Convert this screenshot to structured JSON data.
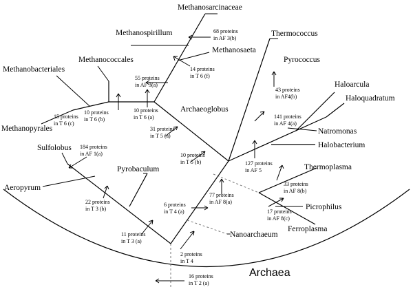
{
  "domain_label": "Archaea",
  "taxa": {
    "methanosarcinaceae": "Methanosarcinaceae",
    "methanospirillum": "Methanospirillum",
    "methanococcales": "Methanococcales",
    "methanobacteriales": "Methanobacteriales",
    "methanopyrales": "Methanopyrales",
    "methanosaeta": "Methanosaeta",
    "archaeoglobus": "Archaeoglobus",
    "thermococcus": "Thermococcus",
    "pyrococcus": "Pyrococcus",
    "haloarcula": "Haloarcula",
    "haloquadratum": "Haloquadratum",
    "natromonas": "Natromonas",
    "halobacterium": "Halobacterium",
    "sulfolobus": "Sulfolobus",
    "aeropyrum": "Aeropyrum",
    "pyrobaculum": "Pyrobaculum",
    "thermoplasma": "Thermoplasma",
    "picrophilus": "Picrophilus",
    "ferroplasma": "Ferroplasma",
    "nanoarchaeum": "Nanoarchaeum"
  },
  "annotations": [
    {
      "id": "af3b",
      "line1": "68 proteins",
      "line2": "in  AF 3(b)"
    },
    {
      "id": "af3a",
      "line1": "55 proteins",
      "line2": "in AF 3(a)"
    },
    {
      "id": "t6f",
      "line1": "14 proteins",
      "line2": "in T 6 (f)"
    },
    {
      "id": "t6c",
      "line1": "15 proteins",
      "line2": "in T 6 (c)"
    },
    {
      "id": "t6b",
      "line1": "10 proteins",
      "line2": "in T 6 (b)"
    },
    {
      "id": "t6a",
      "line1": "10 proteins",
      "line2": "in T 6 (a)"
    },
    {
      "id": "t5a",
      "line1": "31 proteins",
      "line2": "in T 5 (a)"
    },
    {
      "id": "t5b",
      "line1": "10 proteins",
      "line2": "in T 5 (b)"
    },
    {
      "id": "af4b",
      "line1": "43 proteins",
      "line2": "in AF4(b)"
    },
    {
      "id": "af4a",
      "line1": "141 proteins",
      "line2": "in AF 4(a)"
    },
    {
      "id": "af5",
      "line1": "127 proteins",
      "line2": "in AF 5"
    },
    {
      "id": "af1a",
      "line1": "184 proteins",
      "line2": "in AF 1(a)"
    },
    {
      "id": "t3b",
      "line1": "22 proteins",
      "line2": "in T 3 (b)"
    },
    {
      "id": "t3a",
      "line1": "11 proteins",
      "line2": "in T 3 (a)"
    },
    {
      "id": "t4a",
      "line1": "6 proteins",
      "line2": "in T 4 (a)"
    },
    {
      "id": "af8a",
      "line1": "77 proteins",
      "line2": "in AF 8(a)"
    },
    {
      "id": "t4",
      "line1": "2 proteins",
      "line2": "in T 4"
    },
    {
      "id": "af8b",
      "line1": "33 proteins",
      "line2": "in AF 8(b)"
    },
    {
      "id": "af8c",
      "line1": "17 proteins",
      "line2": "in AF 8(c)"
    },
    {
      "id": "t2a",
      "line1": "16 proteins",
      "line2": "in T 2 (a)"
    }
  ]
}
